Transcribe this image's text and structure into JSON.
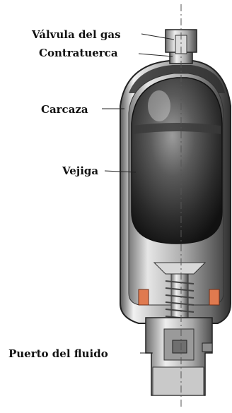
{
  "labels": {
    "gas_valve": "Válvula del gas",
    "locknut": "Contratuerca",
    "shell": "Carcaza",
    "bladder": "Vejiga",
    "fluid_port": "Puerto del fluido"
  },
  "colors": {
    "shell_dark": "#3a3a3a",
    "shell_light": "#d9d9d9",
    "bladder_dark": "#1c1c1c",
    "bladder_light": "#8a8a8a",
    "seal_orange": "#e07a4f",
    "background": "#ffffff"
  }
}
